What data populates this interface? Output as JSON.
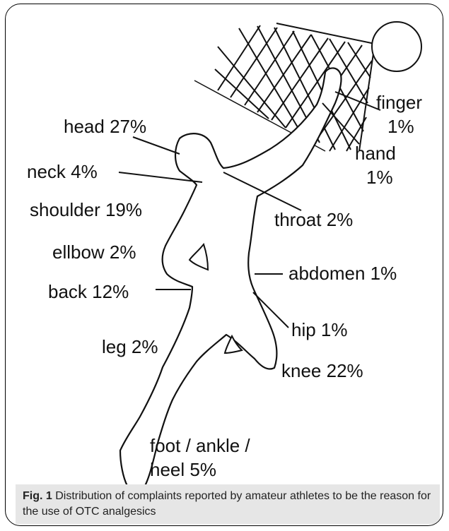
{
  "labels": {
    "head": "head 27%",
    "neck": "neck 4%",
    "shoulder": "shoulder 19%",
    "elbow": "ellbow 2%",
    "back": "back 12%",
    "leg": "leg 2%",
    "foot_line1": "foot / ankle /",
    "foot_line2": "heel 5%",
    "finger_line1": "finger",
    "finger_line2": "1%",
    "hand_line1": "hand",
    "hand_line2": "1%",
    "throat": "throat 2%",
    "abdomen": "abdomen 1%",
    "hip": "hip 1%",
    "knee": "knee 22%"
  },
  "caption": {
    "label": "Fig. 1",
    "text": " Distribution of complaints reported by amateur athletes to be the reason for the use of OTC analgesics"
  },
  "colors": {
    "line": "#111111",
    "caption_bg": "#e6e6e6"
  }
}
